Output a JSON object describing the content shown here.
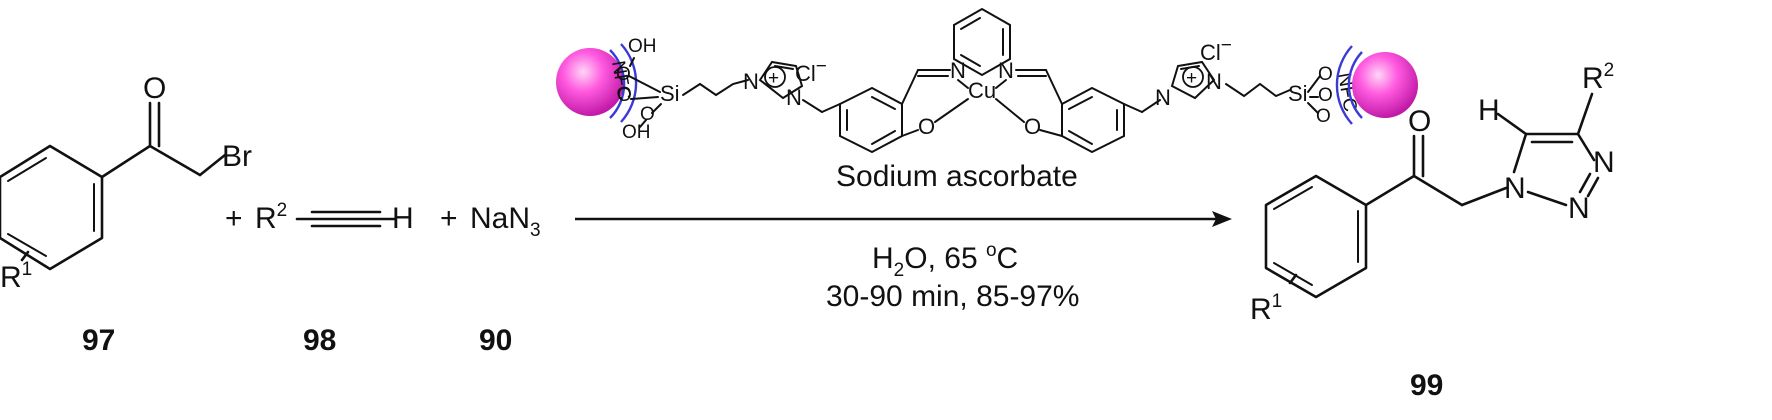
{
  "compound_97": {
    "label": "97",
    "br": "Br",
    "o": "O",
    "r": "R",
    "r_sup": "1"
  },
  "plus_1": "+",
  "compound_98": {
    "label": "98",
    "r": "R",
    "r_sup": "2",
    "h": "H"
  },
  "plus_2": "+",
  "compound_90": {
    "label": "90",
    "na": "NaN",
    "sub": "3"
  },
  "catalyst": {
    "oh": "OH",
    "o": "O",
    "si": "Si",
    "n": "N",
    "plus": "+",
    "cl": "Cl",
    "minus": "−",
    "cu": "Cu",
    "nfc": "NFC"
  },
  "conditions": {
    "line1": "Sodium ascorbate",
    "line2_a": "H",
    "line2_sub": "2",
    "line2_b": "O, 65 ",
    "line2_sup": "o",
    "line2_c": "C",
    "line3": "30-90 min, 85-97%"
  },
  "product_99": {
    "label": "99",
    "o": "O",
    "n": "N",
    "h": "H",
    "r1": "R",
    "r1_sup": "1",
    "r2": "R",
    "r2_sup": "2"
  },
  "colors": {
    "nanoparticle": "#ff4fd8",
    "shell_arc": "#3a3ad6",
    "ink": "#111111"
  }
}
